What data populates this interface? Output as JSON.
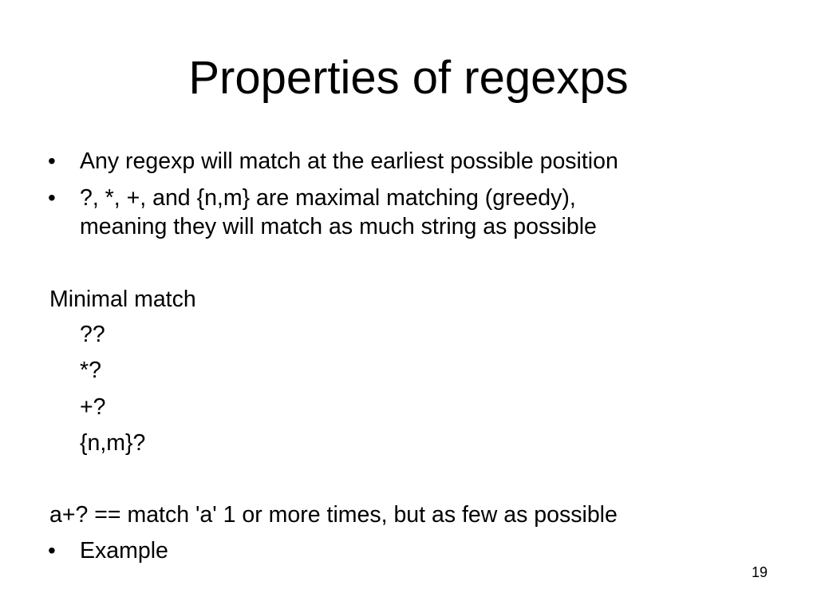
{
  "slide": {
    "title": "Properties of regexps",
    "bullets": [
      "Any regexp will match at the earliest possible position",
      "?, *, +, and {n,m} are maximal matching (greedy),",
      "meaning they will match as much string as possible"
    ],
    "minimal_heading": "Minimal match",
    "minimal_items": [
      "??",
      "*?",
      "+?",
      "{n,m}?"
    ],
    "explanation": "a+? == match 'a' 1 or more times, but as few as possible",
    "example_bullet": "Example",
    "bullet_symbol": "•",
    "page_number": "19"
  }
}
